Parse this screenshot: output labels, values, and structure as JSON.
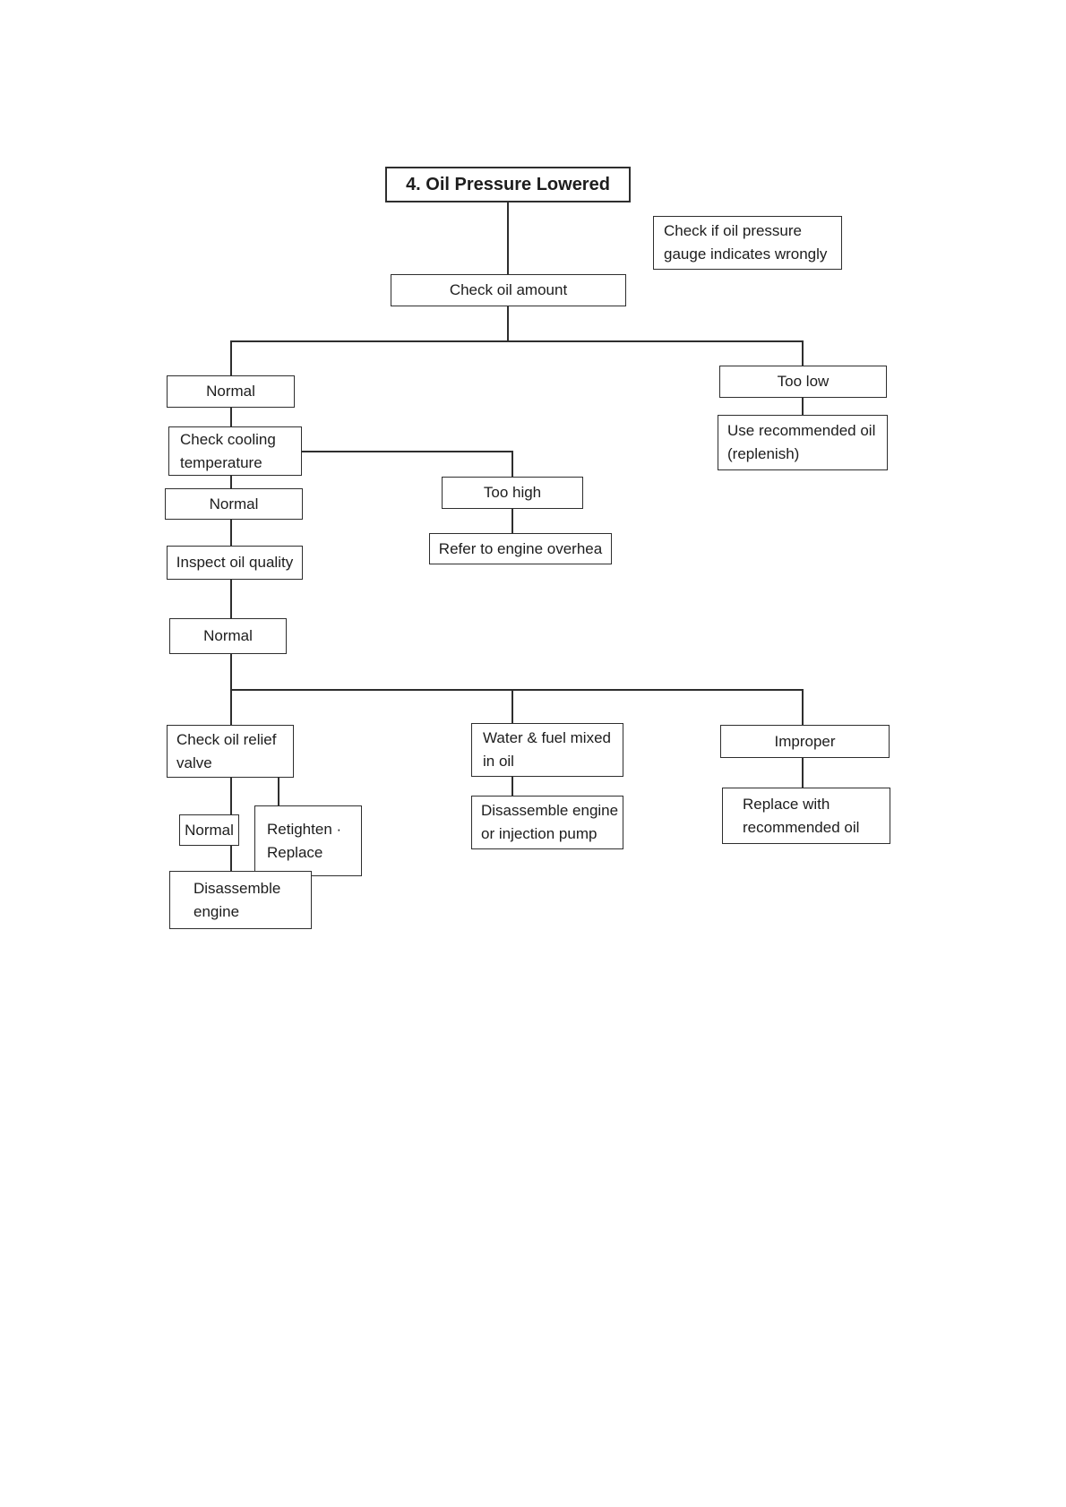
{
  "colors": {
    "background": "#ffffff",
    "line": "#2e2e2e",
    "text": "#1d1d1d"
  },
  "diagram": {
    "title": "4. Oil Pressure Lowered",
    "nodes": {
      "gauge_note": {
        "lines": [
          "Check if oil pressure",
          "gauge indicates wrongly"
        ]
      },
      "check_oil_amount": {
        "label": "Check oil amount"
      },
      "normal1": {
        "label": "Normal"
      },
      "too_low": {
        "label": "Too low"
      },
      "use_recommended": {
        "lines": [
          "Use recommended oil",
          "(replenish)"
        ]
      },
      "check_cooling": {
        "lines": [
          "Check cooling",
          "temperature"
        ]
      },
      "normal2": {
        "label": "Normal"
      },
      "too_high": {
        "label": "Too high"
      },
      "refer_overheat": {
        "label": "Refer to engine overhea"
      },
      "inspect_oil": {
        "label": "Inspect oil quality"
      },
      "normal3": {
        "label": "Normal"
      },
      "valve": {
        "lines": [
          "Check oil relief",
          "valve"
        ]
      },
      "water": {
        "lines": [
          "Water & fuel mixed",
          "in oil"
        ]
      },
      "improper": {
        "label": "Improper"
      },
      "normal4": {
        "label": "Normal"
      },
      "retighten": {
        "lines": [
          "Retighten ·",
          "Replace"
        ]
      },
      "disassemble_engine": {
        "lines": [
          "Disassemble",
          "engine"
        ]
      },
      "disassemble_pump": {
        "lines": [
          "Disassemble engine",
          "or injection pump"
        ]
      },
      "replace_recommended": {
        "lines": [
          "Replace with",
          "recommended oil"
        ]
      }
    }
  }
}
